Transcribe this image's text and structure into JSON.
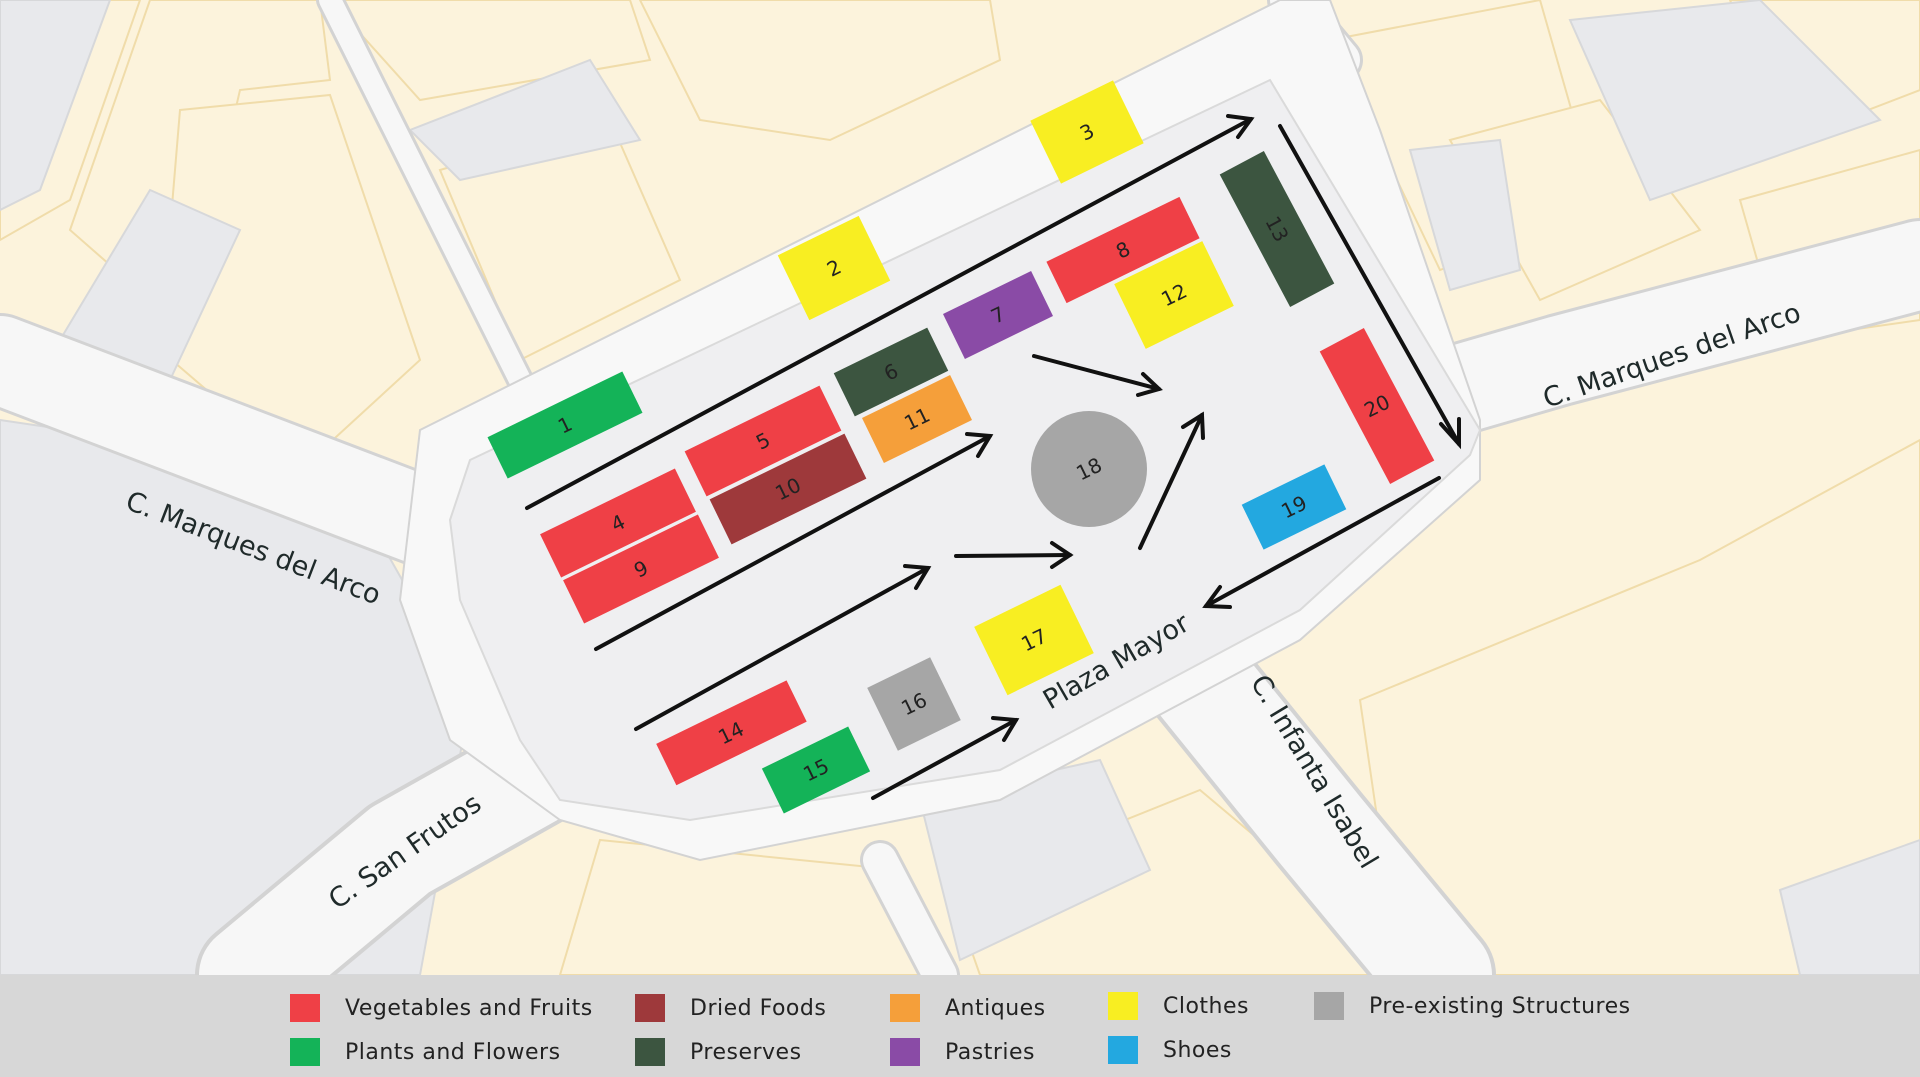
{
  "map": {
    "square_name": "Plaza Mayor",
    "streets": {
      "marques_del_arco_left": "C. Marques del Arco",
      "marques_del_arco_right": "C. Marques del Arco",
      "infanta_isabel": "C. Infanta Isabel",
      "san_frutos": "C. San Frutos"
    },
    "stalls": [
      {
        "id": "s1",
        "label": "1",
        "category": "plants"
      },
      {
        "id": "s2",
        "label": "2",
        "category": "clothes"
      },
      {
        "id": "s3",
        "label": "3",
        "category": "clothes"
      },
      {
        "id": "s4",
        "label": "4",
        "category": "veg"
      },
      {
        "id": "s5",
        "label": "5",
        "category": "veg"
      },
      {
        "id": "s6",
        "label": "6",
        "category": "preserves"
      },
      {
        "id": "s7",
        "label": "7",
        "category": "pastries"
      },
      {
        "id": "s8",
        "label": "8",
        "category": "veg"
      },
      {
        "id": "s9",
        "label": "9",
        "category": "veg"
      },
      {
        "id": "s10",
        "label": "10",
        "category": "dried"
      },
      {
        "id": "s11",
        "label": "11",
        "category": "antiques"
      },
      {
        "id": "s12",
        "label": "12",
        "category": "clothes"
      },
      {
        "id": "s13",
        "label": "13",
        "category": "preserves"
      },
      {
        "id": "s14",
        "label": "14",
        "category": "veg"
      },
      {
        "id": "s15",
        "label": "15",
        "category": "plants"
      },
      {
        "id": "s16",
        "label": "16",
        "category": "structures"
      },
      {
        "id": "s17",
        "label": "17",
        "category": "clothes"
      },
      {
        "id": "s18",
        "label": "18",
        "category": "structures"
      },
      {
        "id": "s19",
        "label": "19",
        "category": "shoes"
      },
      {
        "id": "s20",
        "label": "20",
        "category": "veg"
      }
    ]
  },
  "categories": {
    "veg": {
      "label": "Vegetables and Fruits",
      "color": "#ef4046"
    },
    "dried": {
      "label": "Dried Foods",
      "color": "#9e393b"
    },
    "antiques": {
      "label": "Antiques",
      "color": "#f59f3a"
    },
    "clothes": {
      "label": "Clothes",
      "color": "#f8ee22"
    },
    "structures": {
      "label": "Pre-existing Structures",
      "color": "#a6a6a6"
    },
    "plants": {
      "label": "Plants and Flowers",
      "color": "#14b358"
    },
    "preserves": {
      "label": "Preserves",
      "color": "#3c5540"
    },
    "pastries": {
      "label": "Pastries",
      "color": "#8a4ba6"
    },
    "shoes": {
      "label": "Shoes",
      "color": "#23a8e0"
    }
  },
  "colors": {
    "building": "#fcf3dc",
    "building_edge": "#f1dfb2",
    "road": "#f7f7f7",
    "road_edge": "#d3d3d3",
    "plaza": "#efeff1",
    "block": "#e9eaec",
    "arrow": "#111111"
  }
}
